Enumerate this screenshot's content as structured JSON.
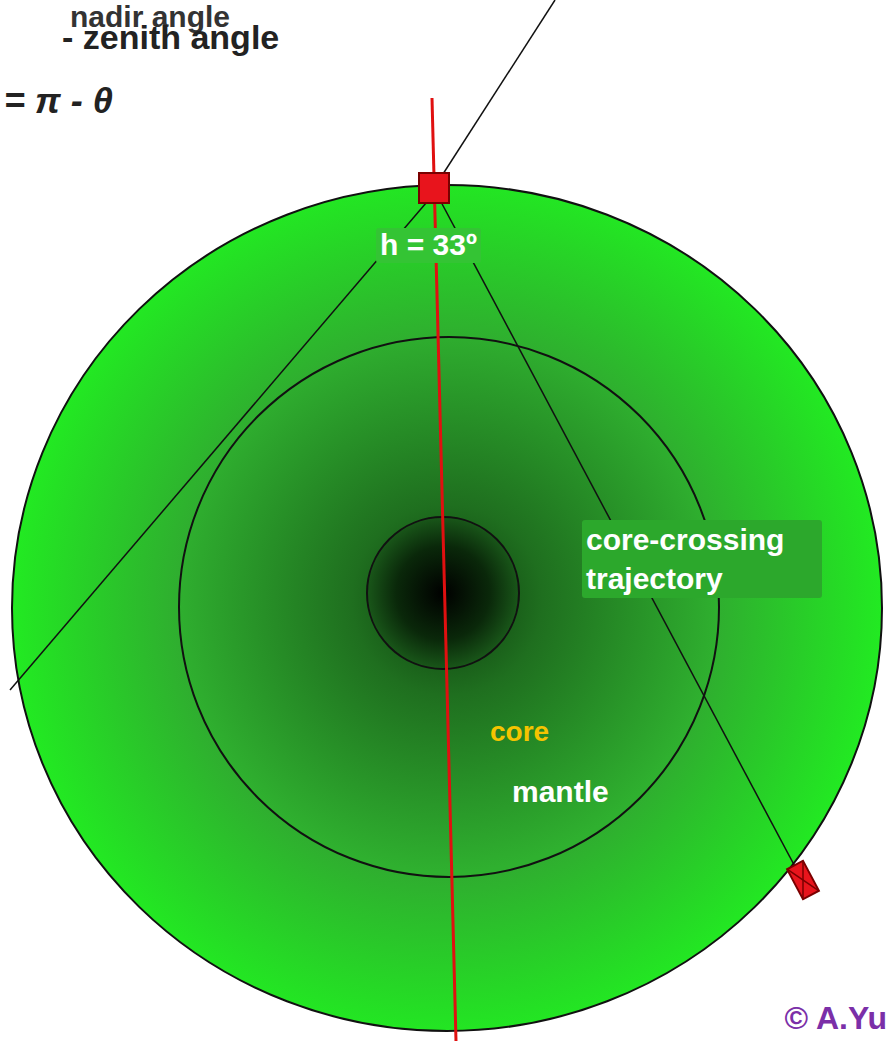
{
  "diagram": {
    "labels": [
      "nadir angle",
      "- zenith angle",
      "= π - θ",
      "h = 33º",
      "core-crossing trajectory",
      "core",
      "mantle",
      "© A.Yu"
    ]
  }
}
